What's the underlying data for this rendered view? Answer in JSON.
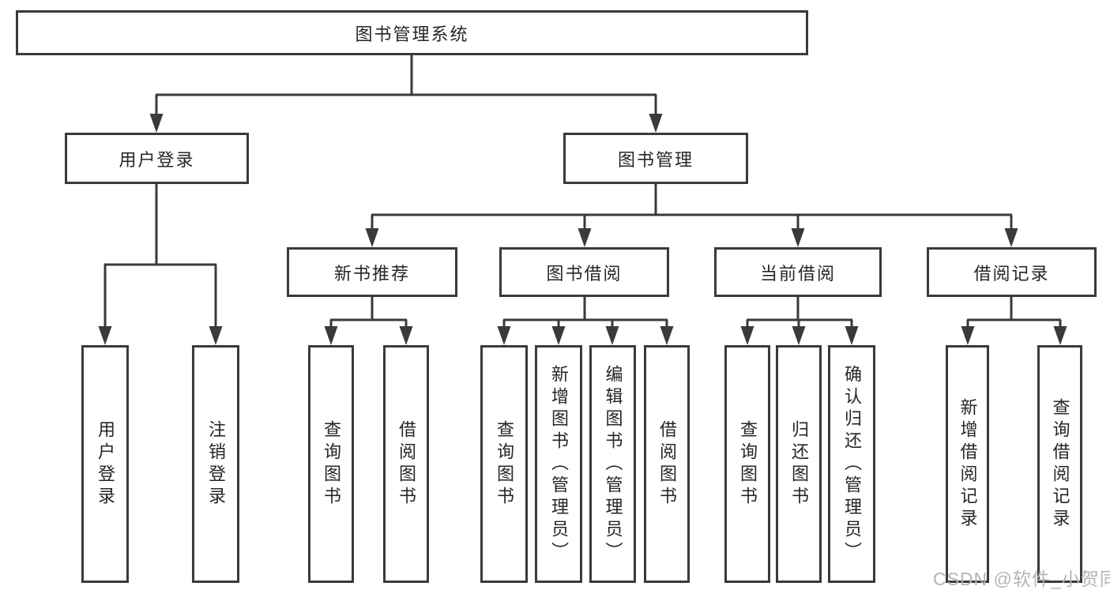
{
  "colors": {
    "line": "#3a3a3a",
    "text": "#26262a",
    "watermark": "#b5b5b5",
    "background": "#ffffff"
  },
  "tree": {
    "root": {
      "label": "图书管理系统"
    },
    "branches": [
      {
        "label": "用户登录",
        "children": [
          {
            "label": "用户登录"
          },
          {
            "label": "注销登录"
          }
        ]
      },
      {
        "label": "图书管理",
        "children": [
          {
            "label": "新书推荐",
            "children": [
              {
                "label": "查询图书"
              },
              {
                "label": "借阅图书"
              }
            ]
          },
          {
            "label": "图书借阅",
            "children": [
              {
                "label": "查询图书"
              },
              {
                "label": "新增图书（管理员）"
              },
              {
                "label": "编辑图书（管理员）"
              },
              {
                "label": "借阅图书"
              }
            ]
          },
          {
            "label": "当前借阅",
            "children": [
              {
                "label": "查询图书"
              },
              {
                "label": "归还图书"
              },
              {
                "label": "确认归还（管理员）"
              }
            ]
          },
          {
            "label": "借阅记录",
            "children": [
              {
                "label": "新增借阅记录"
              },
              {
                "label": "查询借阅记录"
              }
            ]
          }
        ]
      }
    ]
  },
  "watermark": {
    "text": "CSDN @软件_小贺同学"
  }
}
